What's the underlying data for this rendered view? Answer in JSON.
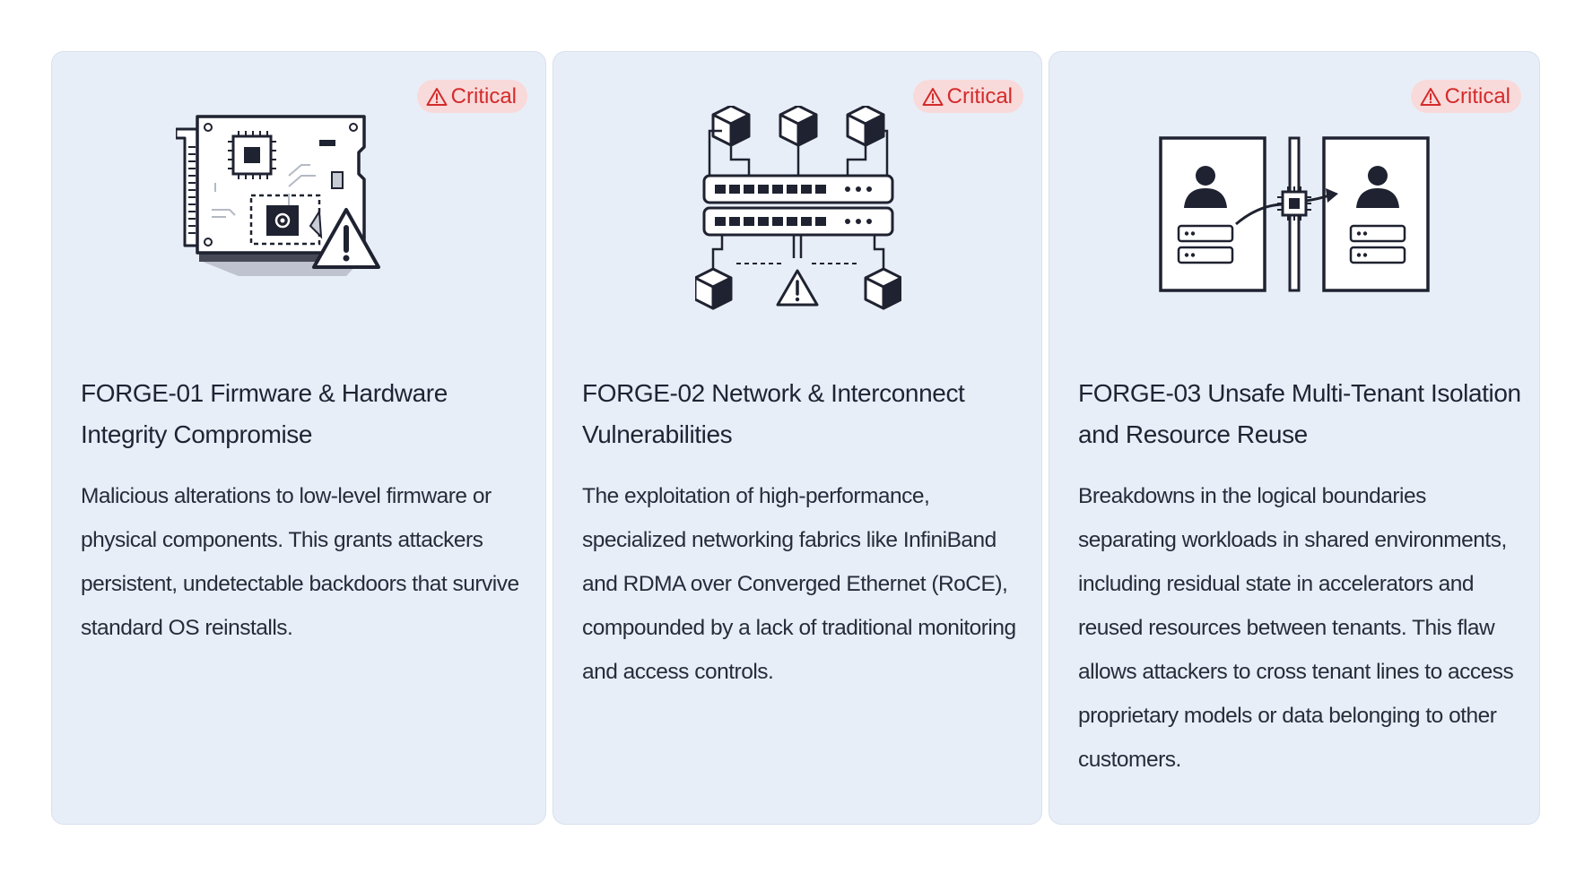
{
  "cards": [
    {
      "badge": "Critical",
      "title": "FORGE-01 Firmware & Hardware Integrity Compromise",
      "description": "Malicious alterations to low-level firmware or physical components. This grants attackers persistent, undetectable backdoors that survive standard OS reinstalls.",
      "icon": "circuit-board-warning-icon"
    },
    {
      "badge": "Critical",
      "title": "FORGE-02 Network & Interconnect Vulnerabilities",
      "description": "The exploitation of high-performance, specialized networking fabrics like InfiniBand and RDMA over Converged Ethernet (RoCE), compounded by a lack of traditional monitoring and access controls.",
      "icon": "network-switch-warning-icon"
    },
    {
      "badge": "Critical",
      "title": "FORGE-03 Unsafe Multi-Tenant Isolation and Resource Reuse",
      "description": "Breakdowns in the logical boundaries separating workloads in shared environments, including residual state in accelerators and reused resources between tenants. This flaw allows attackers to cross tenant lines to access proprietary models or data belonging to other customers.",
      "icon": "tenant-isolation-breach-icon"
    }
  ],
  "colors": {
    "card_background": "#e8eef8",
    "badge_background": "#f9dada",
    "badge_text": "#d42a2a",
    "icon_stroke": "#1f2230"
  }
}
